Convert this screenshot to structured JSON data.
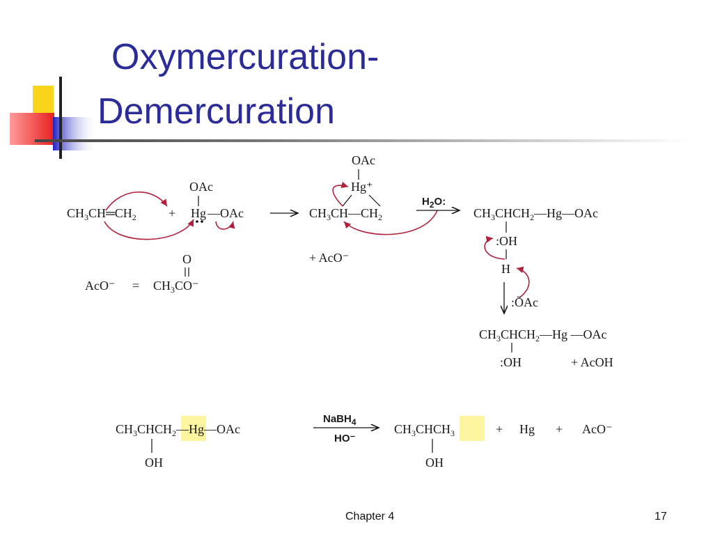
{
  "slide": {
    "title_line1": "Oxymercuration-",
    "title_line2": "Demercuration",
    "footer_chapter": "Chapter 4",
    "footer_page": "17"
  },
  "scheme": {
    "step1": {
      "propene": "CH3CH═CH2",
      "plus": "+",
      "oac_top": "OAc",
      "hg": "Hg",
      "oac_right": "—OAc",
      "acetate_label": "AcO⁻",
      "equals": "=",
      "acetate_formula": "CH3CO⁻",
      "carbonyl_o": "O"
    },
    "step2": {
      "oac_top": "OAc",
      "hg_ion": "Hg⁺",
      "ion_chain": "CH3CH—CH2",
      "by_product": "+ AcO⁻",
      "reagent": "H2O:"
    },
    "step3": {
      "chain": "CH3CHCH2—Hg—OAc",
      "oxonium": ":OH",
      "h": "H",
      "base": ":ÖAc",
      "product_chain": "CH3CHCH2—Hg —OAc",
      "product_oh": ":OH",
      "by_product": "+ AcOH"
    },
    "step4": {
      "reactant_chain": "CH3CHCH2—Hg—OAc",
      "reactant_oh": "OH",
      "reagent_top": "NaBH4",
      "reagent_bottom": "HO⁻",
      "product_chain": "CH3CHCH3",
      "plus1": "+",
      "hg": "Hg",
      "plus2": "+",
      "aco": "AcO⁻",
      "product_oh": "OH"
    }
  },
  "colors": {
    "title": "#2b2b9a",
    "arrow": "#b0203a",
    "highlight": "#fdf5a0",
    "deco_yellow": "#f8d51a",
    "deco_blue": "#3a3ac8",
    "deco_red": "#f23a3a"
  }
}
